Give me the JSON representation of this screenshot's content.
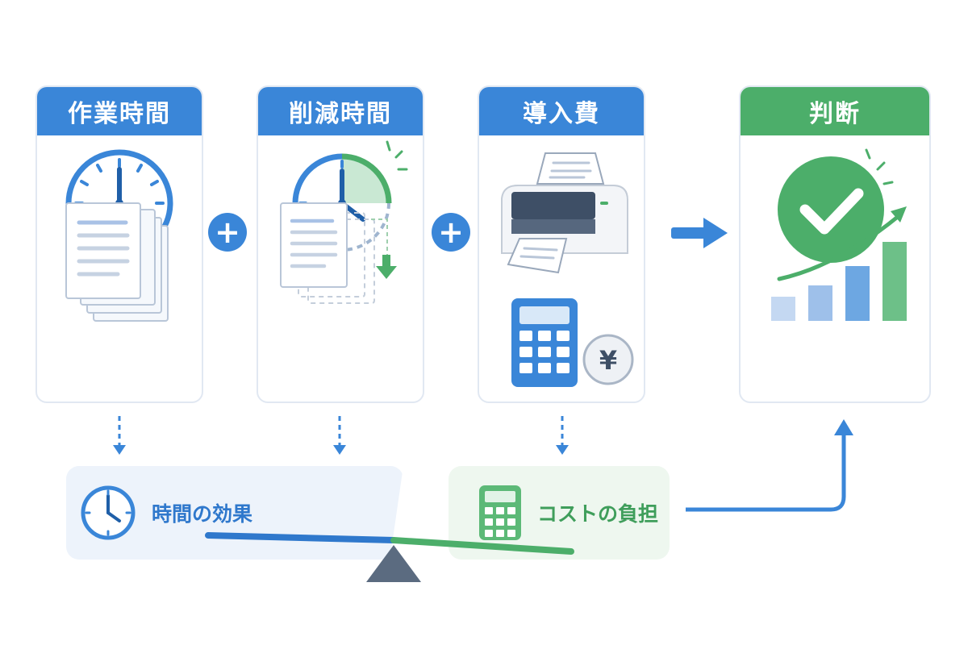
{
  "cards": [
    {
      "title": "作業時間",
      "color": "#3a86d8"
    },
    {
      "title": "削減時間",
      "color": "#3a86d8"
    },
    {
      "title": "導入費",
      "color": "#3a86d8"
    },
    {
      "title": "判断",
      "color": "#4cae6a"
    }
  ],
  "operator": "+",
  "calculator_symbol": "¥",
  "summary": {
    "time_effect": "時間の効果",
    "cost_burden": "コストの負担"
  },
  "colors": {
    "blue": "#3a86d8",
    "green": "#4cae6a",
    "light_blue_bg": "#edf3fb",
    "light_green_bg": "#eef7ef",
    "fulcrum": "#5b6b80"
  },
  "icons": [
    "clock-icon",
    "documents-icon",
    "reduced-clock-icon",
    "reduced-documents-icon",
    "printer-icon",
    "calculator-icon",
    "yen-coin-icon",
    "check-circle-icon",
    "growth-chart-icon"
  ]
}
